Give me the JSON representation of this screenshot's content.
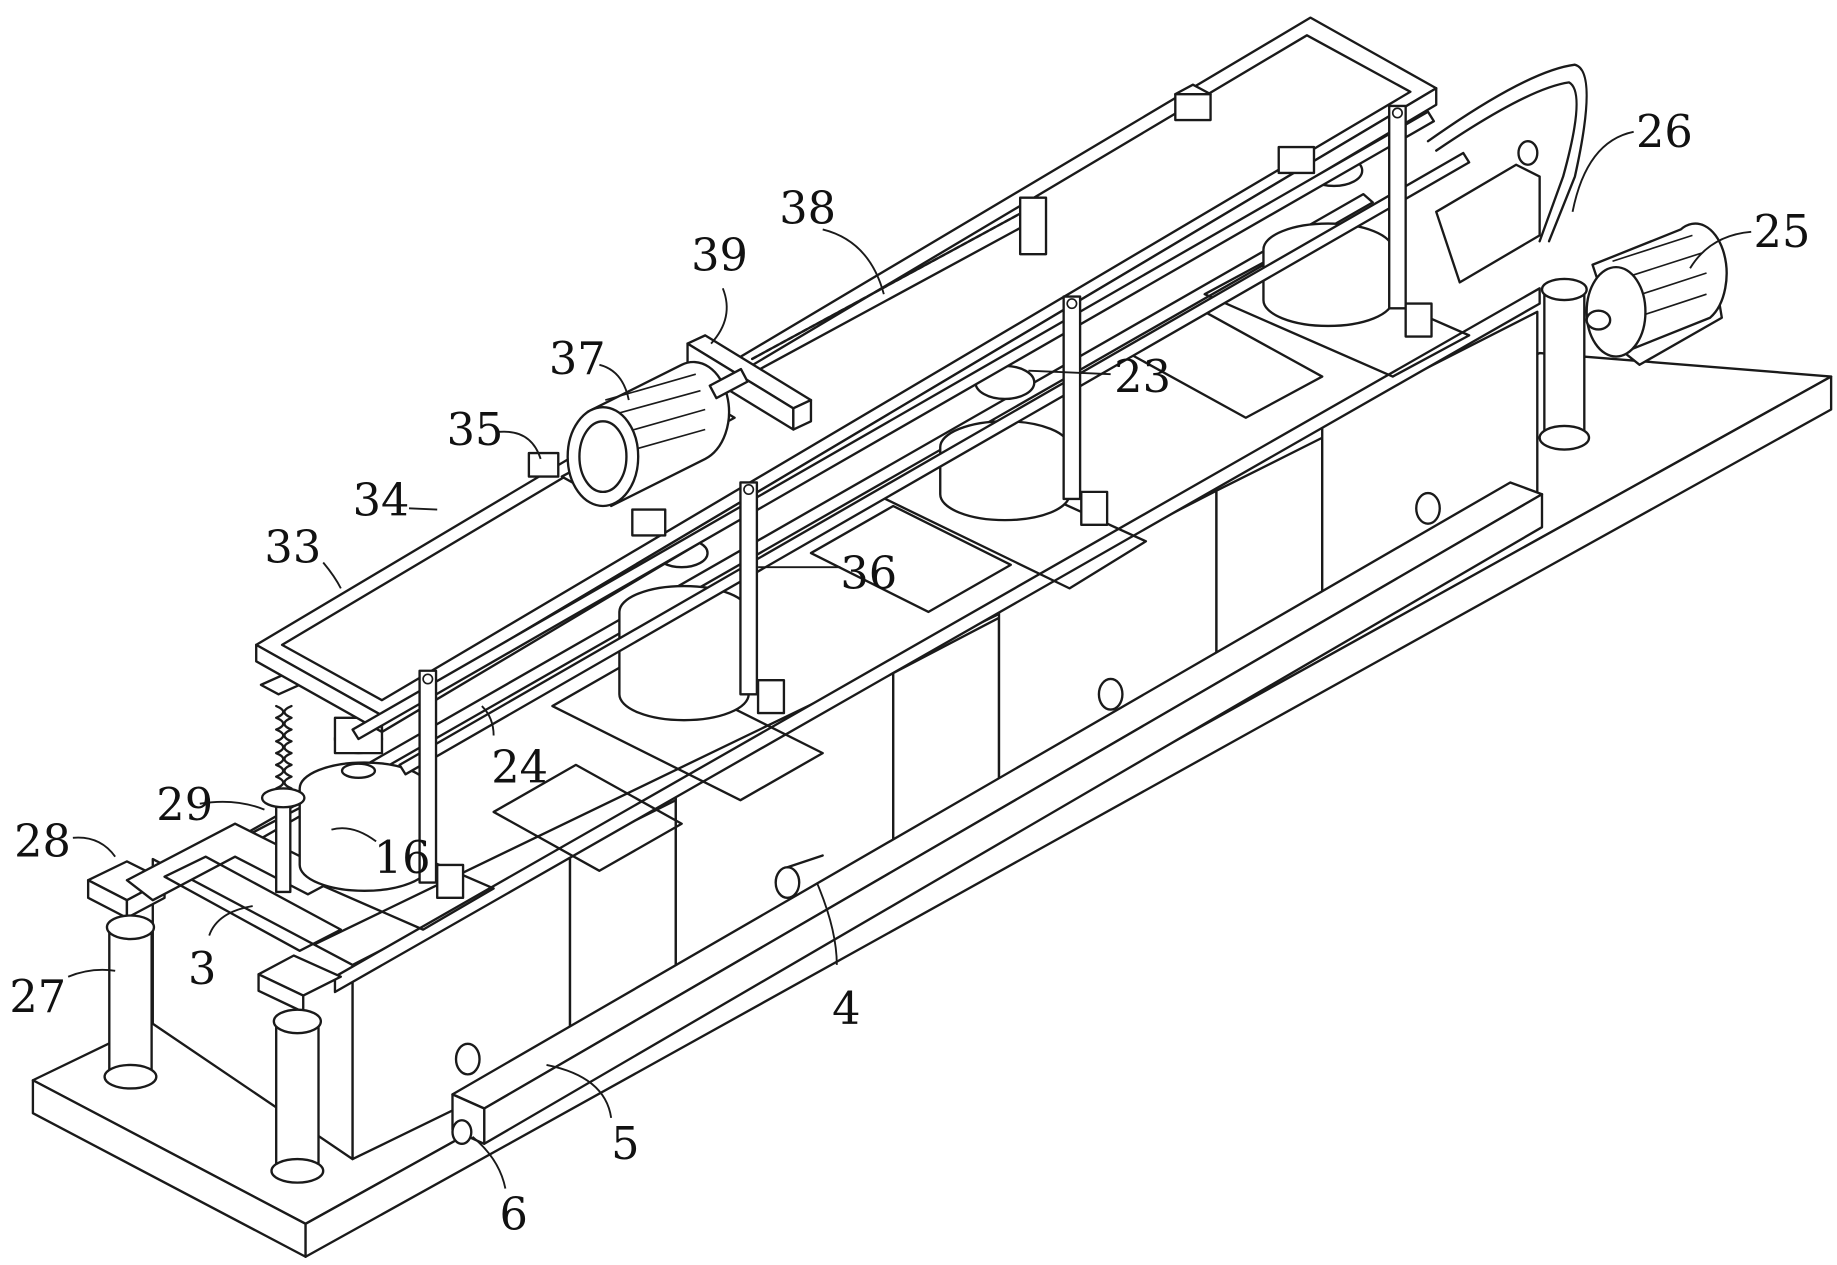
{
  "figure": {
    "type": "patent-isometric-line-drawing",
    "line_color": "#1a1a1a",
    "background": "#ffffff"
  },
  "labels": {
    "l3": "3",
    "l4": "4",
    "l5": "5",
    "l6": "6",
    "l16": "16",
    "l23": "23",
    "l24": "24",
    "l25": "25",
    "l26": "26",
    "l27": "27",
    "l28": "28",
    "l29": "29",
    "l33": "33",
    "l34": "34",
    "l35": "35",
    "l36": "36",
    "l37": "37",
    "l38": "38",
    "l39": "39"
  }
}
